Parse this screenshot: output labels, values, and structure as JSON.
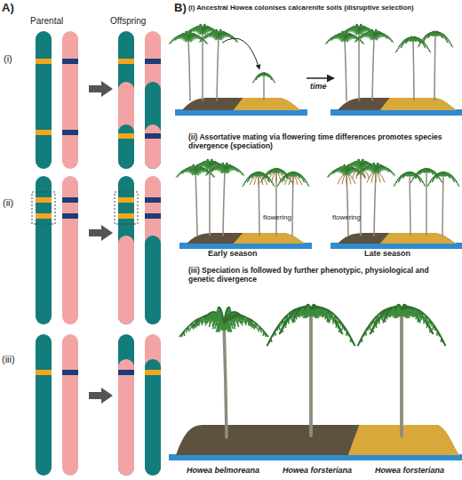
{
  "diagram": {
    "labels": [
      "A)",
      "Parental",
      "Offspring",
      "(i)",
      "(ii)",
      "(iii)",
      "B)",
      "(i) Ancestral Howea colonises calcarenite soils (disruptive selection)",
      "time",
      "(ii) Assortative mating via flowering time differences promotes species divergence (speciation)",
      "flowering",
      "flowering",
      "Early season",
      "Late season",
      "(iii) Speciation is followed by further phenotypic, physiological and genetic divergence",
      "Howea belmoreana",
      "Howea forsteriana",
      "Howea forsteriana"
    ]
  }
}
